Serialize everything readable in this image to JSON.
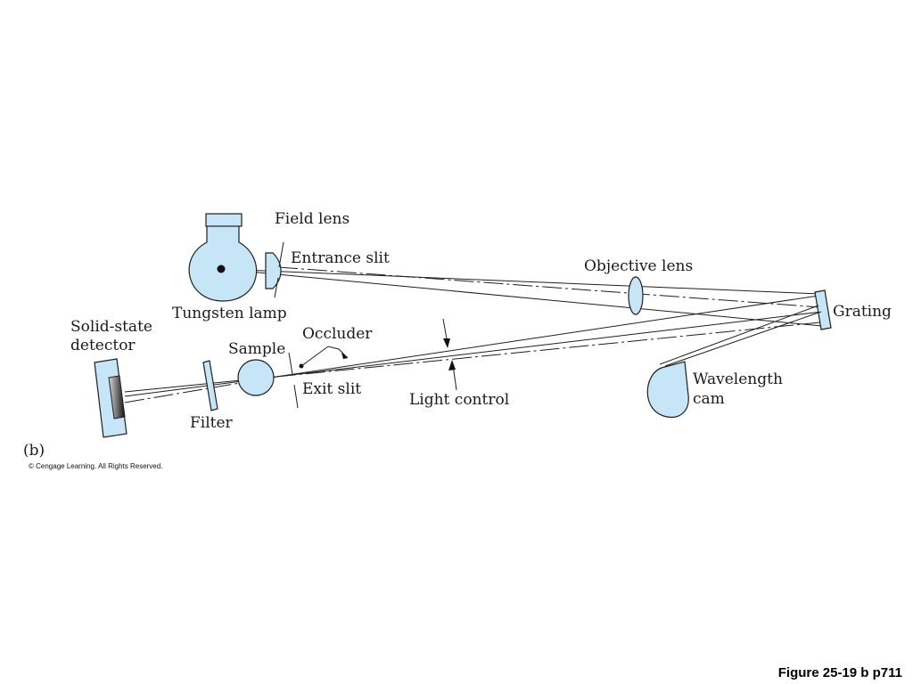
{
  "labels": {
    "field_lens": "Field lens",
    "entrance_slit": "Entrance slit",
    "objective_lens": "Objective lens",
    "grating": "Grating",
    "tungsten_lamp": "Tungsten lamp",
    "solid_state_1": "Solid-state",
    "solid_state_2": "detector",
    "sample": "Sample",
    "occluder": "Occluder",
    "exit_slit": "Exit slit",
    "light_control": "Light control",
    "wavelength_1": "Wavelength",
    "wavelength_2": "cam",
    "filter": "Filter",
    "panel": "(b)"
  },
  "copyright": "© Cengage Learning. All Rights Reserved.",
  "caption": "Figure 25-19 b p711",
  "colors": {
    "component_fill": "#c6e6f8",
    "line": "#1f1f1f"
  }
}
